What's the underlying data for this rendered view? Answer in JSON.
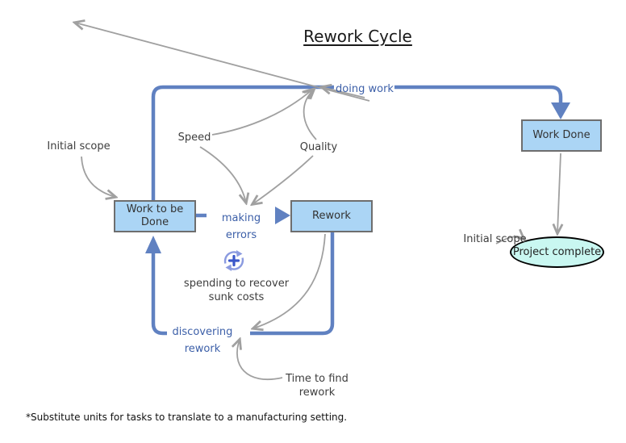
{
  "title": "Rework Cycle",
  "footnote": "*Substitute units for tasks to translate to a manufacturing setting.",
  "nodes": {
    "work_to_be_done": {
      "line1": "Work to be",
      "line2": "Done"
    },
    "rework": {
      "label": "Rework"
    },
    "work_done": {
      "label": "Work Done"
    },
    "project_complete": {
      "label": "Project complete"
    }
  },
  "flows": {
    "doing_work": {
      "label": "doing work"
    },
    "making_errors": {
      "label": "making errors"
    },
    "discovering_rework": {
      "line1": "discovering",
      "line2": "rework"
    }
  },
  "variables": {
    "initial_scope_left": {
      "label": "Initial scope"
    },
    "initial_scope_right": {
      "label": "Initial scope"
    },
    "speed": {
      "label": "Speed"
    },
    "quality": {
      "label": "Quality"
    },
    "spending": {
      "line1": "spending to recover",
      "line2": "sunk costs"
    },
    "time_to_find": {
      "line1": "Time to find",
      "line2": "rework"
    }
  },
  "icons": {
    "reinforcing_loop": "circular-arrows-plus-icon"
  },
  "colors": {
    "pipe_blue": "#6081c1",
    "stock_fill": "#abd5f5",
    "stock_border": "#6e6e6e",
    "flow_label_blue": "#3c5fa8",
    "connector_gray": "#a0a0a0",
    "ellipse_fill": "#c9f7f1",
    "ellipse_border": "#000000",
    "loop_icon_plus": "#3a57c9",
    "loop_icon_ring": "#8b9be0",
    "text_dark": "#333333"
  }
}
